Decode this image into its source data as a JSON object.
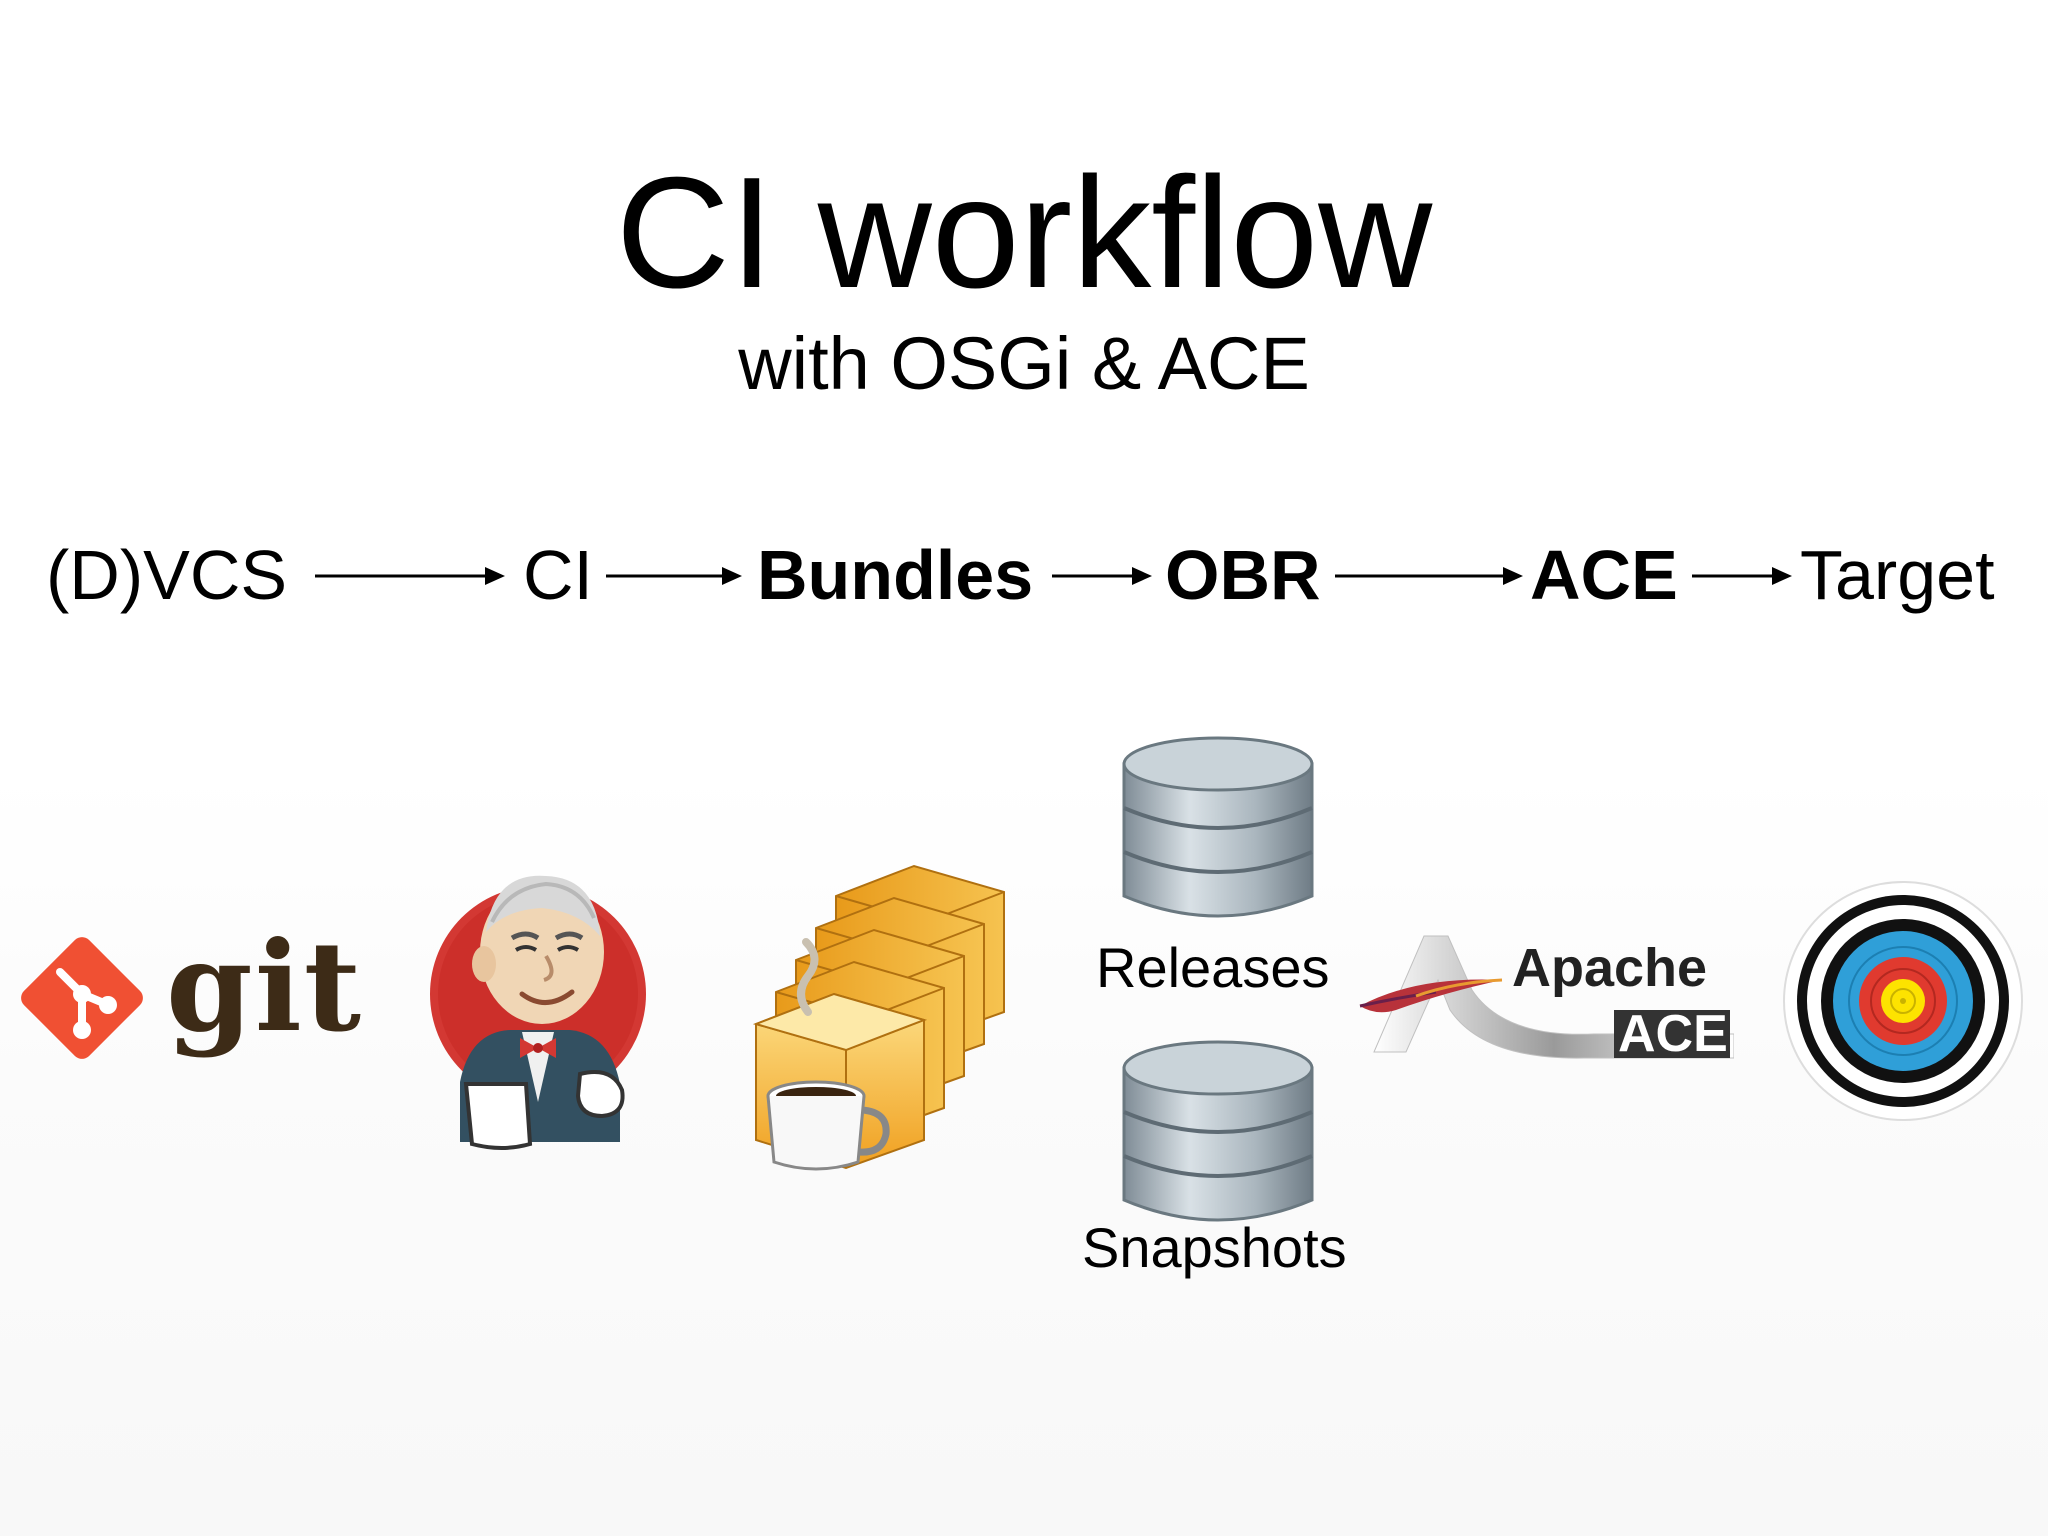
{
  "title": "CI workflow",
  "subtitle": "with OSGi & ACE",
  "pipeline": {
    "stages": [
      {
        "label": "(D)VCS",
        "bold": false
      },
      {
        "label": "CI",
        "bold": false
      },
      {
        "label": "Bundles",
        "bold": true
      },
      {
        "label": "OBR",
        "bold": true
      },
      {
        "label": "ACE",
        "bold": true
      },
      {
        "label": "Target",
        "bold": false
      }
    ]
  },
  "logos": {
    "git": {
      "text": "git",
      "icon": "git-logo-icon"
    },
    "jenkins": {
      "icon": "jenkins-butler-icon"
    },
    "bundles": {
      "icon": "java-bundles-icon"
    },
    "apache_ace": {
      "line1": "Apache",
      "line2": "ACE",
      "icon": "apache-feather-icon"
    },
    "target": {
      "icon": "archery-target-icon"
    }
  },
  "repositories": {
    "releases": "Releases",
    "snapshots": "Snapshots"
  },
  "colors": {
    "git_orange": "#f05033",
    "git_text": "#3d2b17",
    "jenkins_red": "#d33833",
    "bundle_gold": "#f2b82f",
    "db_grey": "#a8b4bd",
    "target_blue": "#2f9fd8",
    "target_red": "#e03a2f",
    "target_yellow": "#fde300"
  }
}
